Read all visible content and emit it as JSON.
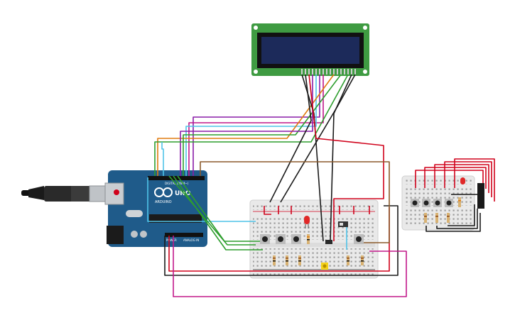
{
  "arduino": {
    "brand_label": "ARDUINO",
    "model_label": "UNO",
    "digital_header_label": "DIGITAL (PWM~)",
    "power_header_label": "POWER",
    "analog_header_label": "ANALOG IN"
  },
  "colors": {
    "board_blue": "#1f5b8a",
    "breadboard": "#e9e9e9",
    "lcd_pcb": "#3f9b42",
    "lcd_screen": "#1c2a5a",
    "wire_red": "#d0021b",
    "wire_black": "#1a1a1a",
    "wire_magenta": "#c2188a",
    "wire_purple": "#8a1da8",
    "wire_orange": "#e07b10",
    "wire_green": "#2e9e2e",
    "wire_cyan": "#4fc3e8",
    "wire_brown": "#8b5a2b",
    "wire_yellow": "#f4d21a"
  }
}
